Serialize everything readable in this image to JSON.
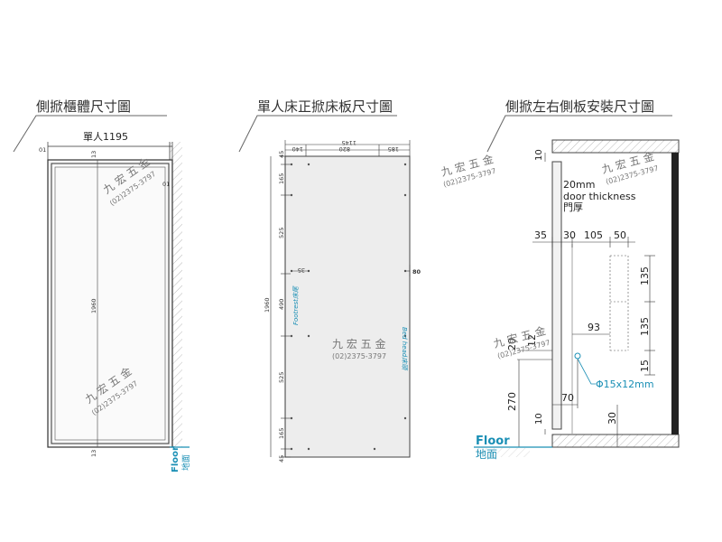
{
  "titles": {
    "cabinet": "側掀櫃體尺寸圖",
    "bed_panel": "單人床正掀床板尺寸圖",
    "side_panel": "側掀左右側板安裝尺寸圖"
  },
  "watermark": {
    "brand": "九 宏 五 金",
    "phone": "(02)2375-3797"
  },
  "floor": {
    "en": "Floor",
    "zh": "地面"
  },
  "cabinet": {
    "width_label": "單人1195",
    "top_dim": "13",
    "bottom_dim": "13",
    "height_dim": "1960",
    "left_gap": "01",
    "right_gap": "01"
  },
  "bed_panel": {
    "top_total": "1145",
    "top_left": "140",
    "top_mid": "820",
    "top_right": "185",
    "side_total": "1960",
    "side_segments": [
      "45",
      "165",
      "525",
      "490",
      "525",
      "165",
      "45"
    ],
    "inner_offset": "35",
    "right_offset": "80",
    "footrest_label": "Footrest床尾",
    "bedhead_label": "Bed head床頭"
  },
  "side_panel": {
    "door_thickness_line1": "20mm",
    "door_thickness_line2": "door thickness",
    "door_thickness_line3": "門厚",
    "dim_top": "10",
    "dim_35": "35",
    "dim_30": "30",
    "dim_105": "105",
    "dim_50": "50",
    "dim_135a": "135",
    "dim_135b": "135",
    "dim_93": "93",
    "dim_20": "20",
    "dim_12": "12",
    "dim_15": "15",
    "dim_70": "70",
    "dim_270": "270",
    "dim_10b": "10",
    "dim_30b": "30",
    "hole_label": "Φ15x12mm"
  },
  "colors": {
    "line": "#333333",
    "accent": "#1a8fb5",
    "panel_fill": "#ededed",
    "wall": "#444444"
  }
}
